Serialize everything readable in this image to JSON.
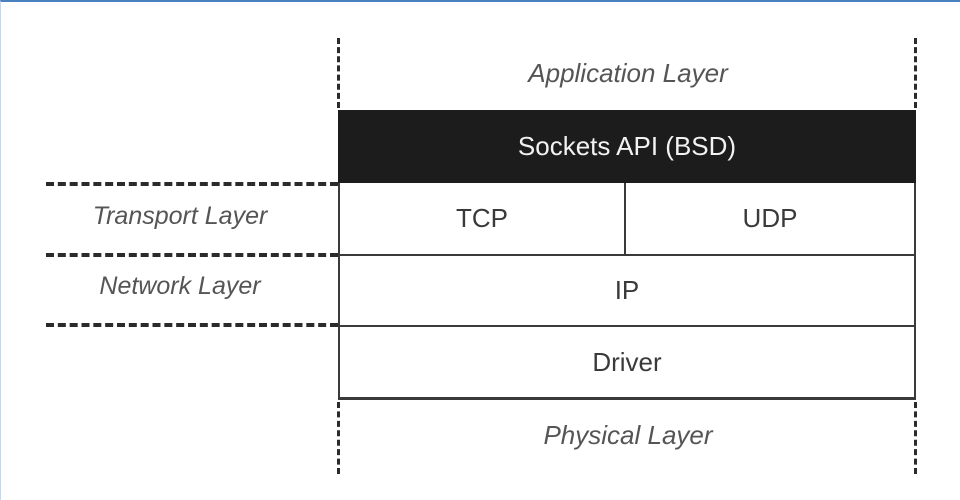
{
  "layers": {
    "application": "Application Layer",
    "sockets_api": "Sockets API (BSD)",
    "tcp": "TCP",
    "udp": "UDP",
    "ip": "IP",
    "driver": "Driver",
    "physical": "Physical Layer"
  },
  "side_labels": {
    "transport": "Transport Layer",
    "network": "Network Layer"
  },
  "colors": {
    "frame_accent": "#4a7fc0",
    "dark_box": "#1c1c1c",
    "line": "#3a3a3a"
  }
}
